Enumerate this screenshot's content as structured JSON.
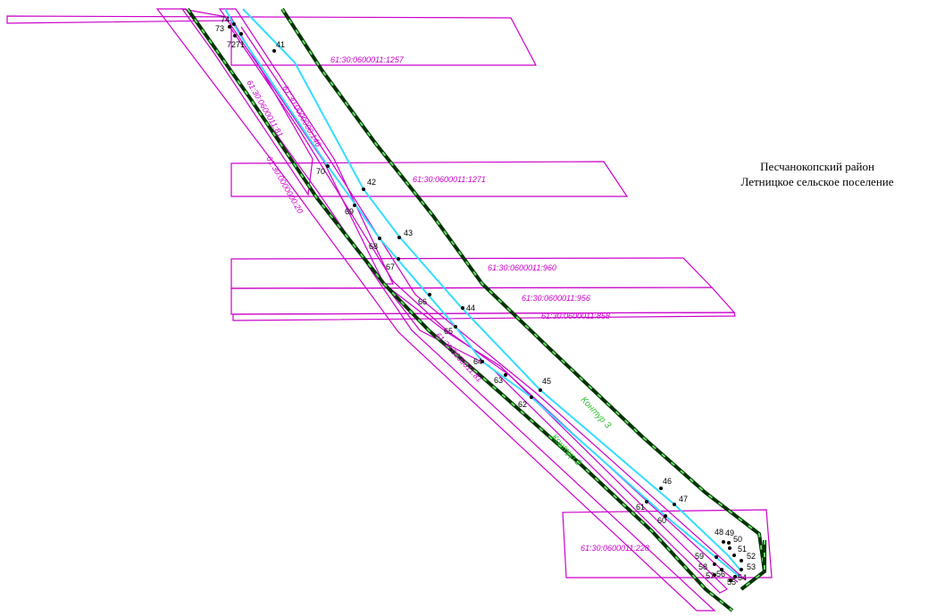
{
  "region": {
    "district": "Песчанокопский район",
    "settlement": "Летницкое сельское поселение"
  },
  "contours": [
    "Контур 2",
    "Контур 3"
  ],
  "parcels": [
    "61:30:0600011:1257",
    "61:30:0600011:81",
    "61:30:0000000:146",
    "61:30:0000000:20",
    "61:30:0600011:1271",
    "61:30:0600011:960",
    "61:30:0600011:956",
    "61:30:0600011:858",
    "61:30:0600011:81",
    "61:30:0600011:228"
  ],
  "points": [
    "41",
    "42",
    "43",
    "44",
    "45",
    "46",
    "47",
    "48",
    "49",
    "50",
    "51",
    "52",
    "53",
    "54",
    "55",
    "56",
    "57",
    "58",
    "59",
    "60",
    "61",
    "62",
    "63",
    "64",
    "65",
    "66",
    "67",
    "68",
    "69",
    "70",
    "71",
    "72",
    "73",
    "74"
  ],
  "colors": {
    "parcel": "#cc00cc",
    "boundary": "#33ddff",
    "contour_outline": "#003300",
    "contour_dash": "#66dd66"
  }
}
